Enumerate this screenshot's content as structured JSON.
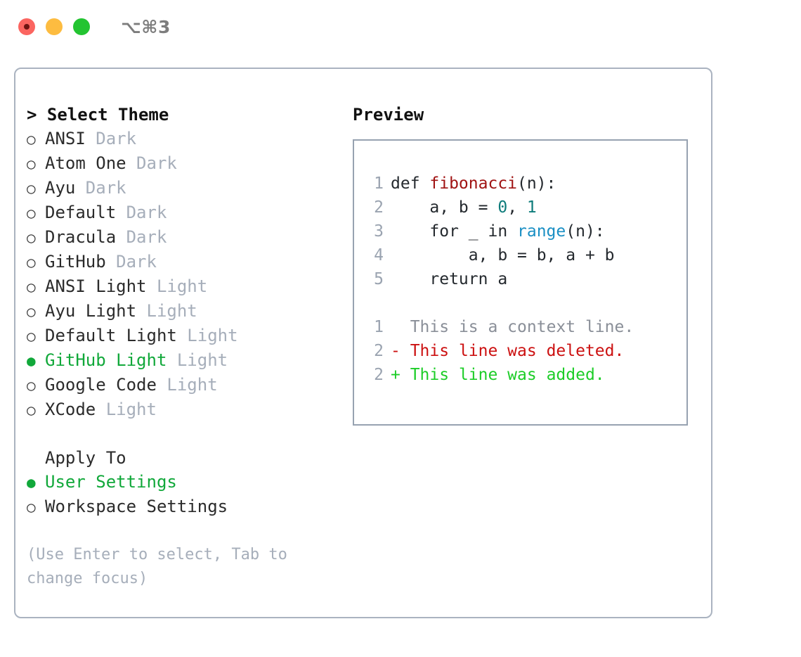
{
  "titlebar": {
    "shortcut": "⌥⌘3",
    "dots": [
      "close-dot",
      "minimize-dot",
      "maximize-dot"
    ]
  },
  "theme_picker": {
    "heading": "> Select Theme",
    "bullet_empty": "○",
    "bullet_filled": "●",
    "items": [
      {
        "label": "ANSI",
        "suffix": " Dark",
        "selected": false
      },
      {
        "label": "Atom One",
        "suffix": " Dark",
        "selected": false
      },
      {
        "label": "Ayu",
        "suffix": " Dark",
        "selected": false
      },
      {
        "label": "Default",
        "suffix": " Dark",
        "selected": false
      },
      {
        "label": "Dracula",
        "suffix": " Dark",
        "selected": false
      },
      {
        "label": "GitHub",
        "suffix": " Dark",
        "selected": false
      },
      {
        "label": "ANSI Light",
        "suffix": " Light",
        "selected": false
      },
      {
        "label": "Ayu Light",
        "suffix": " Light",
        "selected": false
      },
      {
        "label": "Default Light",
        "suffix": " Light",
        "selected": false
      },
      {
        "label": "GitHub Light",
        "suffix": " Light",
        "selected": true
      },
      {
        "label": "Google Code",
        "suffix": " Light",
        "selected": false
      },
      {
        "label": "XCode",
        "suffix": " Light",
        "selected": false
      }
    ]
  },
  "apply_to": {
    "heading": "Apply To",
    "items": [
      {
        "label": "User Settings",
        "selected": true
      },
      {
        "label": "Workspace Settings",
        "selected": false
      }
    ]
  },
  "hint": "(Use Enter to select, Tab to change focus)",
  "preview": {
    "title": "Preview",
    "code_lines": [
      {
        "number": "1",
        "tokens": [
          {
            "text": "def ",
            "style": "plain"
          },
          {
            "text": "fibonacci",
            "style": "fn"
          },
          {
            "text": "(n):",
            "style": "plain"
          }
        ]
      },
      {
        "number": "2",
        "tokens": [
          {
            "text": "    a, b = ",
            "style": "plain"
          },
          {
            "text": "0",
            "style": "num"
          },
          {
            "text": ", ",
            "style": "plain"
          },
          {
            "text": "1",
            "style": "num"
          }
        ]
      },
      {
        "number": "3",
        "tokens": [
          {
            "text": "    for _ in ",
            "style": "plain"
          },
          {
            "text": "range",
            "style": "call"
          },
          {
            "text": "(n):",
            "style": "plain"
          }
        ]
      },
      {
        "number": "4",
        "tokens": [
          {
            "text": "        a, b = b, a + b",
            "style": "plain"
          }
        ]
      },
      {
        "number": "5",
        "tokens": [
          {
            "text": "    return a",
            "style": "plain"
          }
        ]
      }
    ],
    "diff_lines": [
      {
        "number": "1",
        "marker": "  ",
        "text": "This is a context line.",
        "kind": "context"
      },
      {
        "number": "2",
        "marker": "- ",
        "text": "This line was deleted.",
        "kind": "deleted"
      },
      {
        "number": "2",
        "marker": "+ ",
        "text": "This line was added.",
        "kind": "added"
      }
    ]
  },
  "colors": {
    "accent_green": "#11a83a",
    "muted": "#a6aeba",
    "border": "#aab3c0",
    "preview_border": "#97a2b1",
    "diff_add": "#1dcd28",
    "diff_del": "#cc1111",
    "token_fn": "#a01313",
    "token_num": "#0e7c7b",
    "token_call": "#1a8fc4",
    "dot_red": "#fb6560",
    "dot_yellow": "#fdbc40",
    "dot_green": "#23c431"
  }
}
